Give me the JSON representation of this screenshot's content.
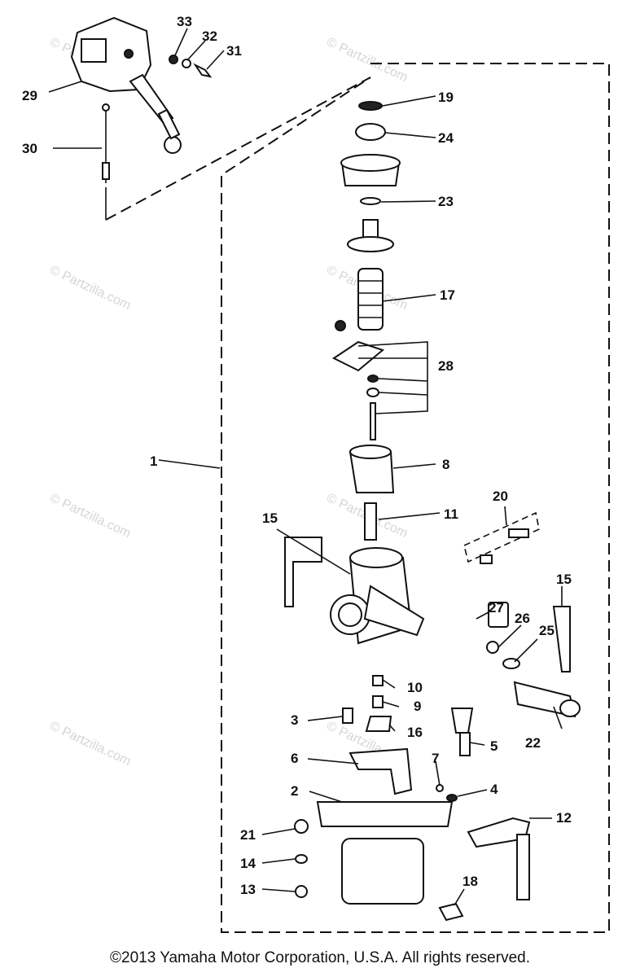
{
  "diagram": {
    "callouts": [
      "1",
      "2",
      "3",
      "4",
      "5",
      "6",
      "7",
      "8",
      "9",
      "10",
      "11",
      "12",
      "13",
      "14",
      "15",
      "15",
      "16",
      "17",
      "18",
      "19",
      "20",
      "21",
      "22",
      "23",
      "24",
      "25",
      "26",
      "27",
      "28",
      "29",
      "30",
      "31",
      "32",
      "33"
    ],
    "watermark": "© Partzilla.com"
  },
  "footer": {
    "copyright": "©2013 Yamaha Motor Corporation, U.S.A. All rights reserved."
  }
}
